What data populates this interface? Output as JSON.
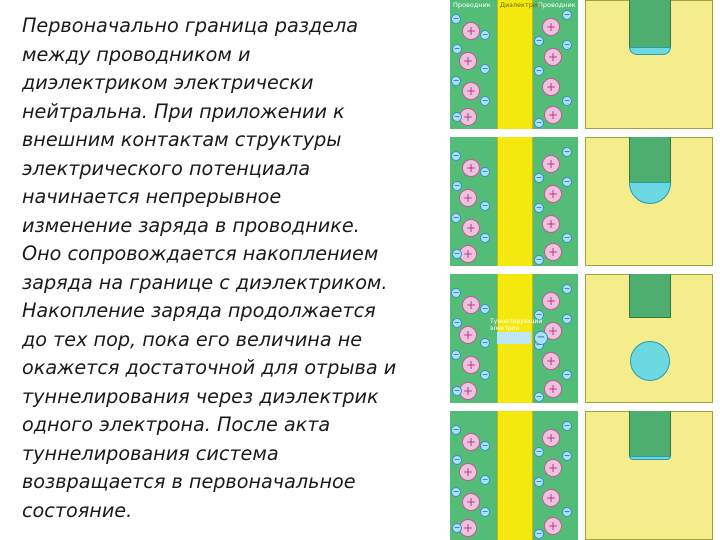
{
  "text_lines": [
    "Первоначально граница раздела",
    "между проводником и",
    "диэлектриком электрически",
    "нейтральна. При приложении к",
    "внешним контактам структуры",
    "электрического потенциала",
    "начинается непрерывное",
    "изменение заряда в проводнике.",
    "Оно сопровождается накоплением",
    "заряда на границе с диэлектриком.",
    "Накопление заряда продолжается",
    "до тех пор, пока его величина не",
    "окажется достаточной для отрыва и",
    "туннелирования через диэлектрик",
    "одного электрона. После акта",
    "туннелирования система",
    "возвращается в первоначальное",
    "состояние."
  ],
  "diagram_labels": {
    "left_conductor": "Проводник",
    "dielectric": "Диэлектрик",
    "right_conductor": "Проводник",
    "tunneling_electron": "Туннелирующий электрон"
  },
  "symbols": {
    "ion": "+",
    "electron": "−"
  },
  "colors": {
    "conductor": "#53bd78",
    "dielectric": "#f4e80e",
    "ion_fill": "#ecc3dc",
    "electron_fill": "#a9e2f6",
    "well_bg": "#f5ec8b",
    "charge_blob": "#6cd8e2"
  }
}
